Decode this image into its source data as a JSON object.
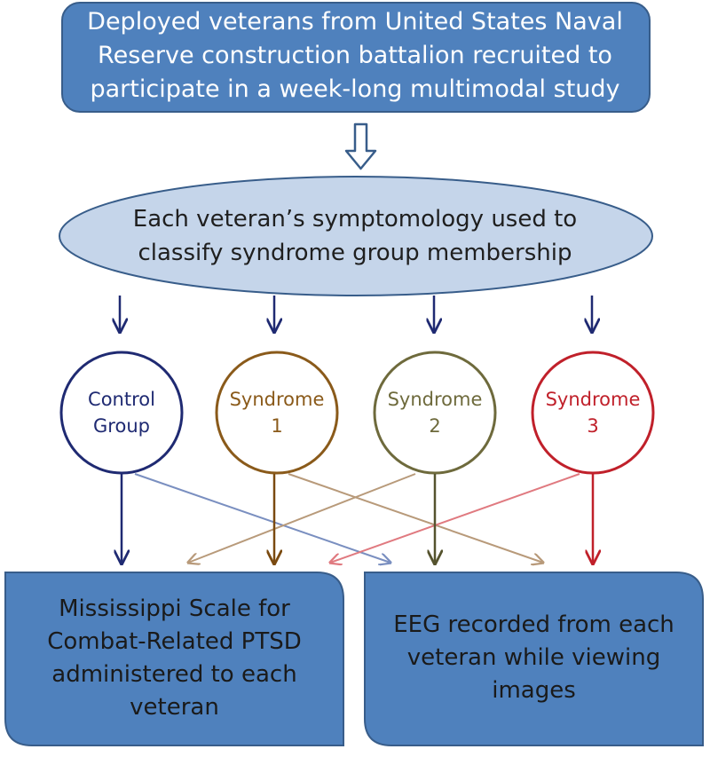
{
  "top_box": {
    "lines": [
      "Deployed veterans from United States Naval",
      "Reserve construction battalion recruited to",
      "participate in a week-long multimodal study"
    ]
  },
  "classification_oval": {
    "lines": [
      "Each veteran’s symptomology used to",
      "classify syndrome group membership"
    ]
  },
  "groups": [
    {
      "line1": "Control",
      "line2": "Group",
      "color": "#1f2a72"
    },
    {
      "line1": "Syndrome",
      "line2": "1",
      "color": "#8a5a1a"
    },
    {
      "line1": "Syndrome",
      "line2": "2",
      "color": "#6e6a3c"
    },
    {
      "line1": "Syndrome",
      "line2": "3",
      "color": "#c0202a"
    }
  ],
  "outcomes": [
    {
      "lines": [
        "Mississippi Scale for",
        "Combat-Related PTSD",
        "administered to each",
        "veteran"
      ]
    },
    {
      "lines": [
        "EEG recorded from each",
        "veteran while viewing",
        "images"
      ]
    }
  ],
  "colors": {
    "box_fill": "#4f81bd",
    "box_stroke": "#385d8a",
    "oval_fill": "#c5d5ea",
    "arrow_dark": "#1f2a72",
    "cross_blue": "#7a8fc0",
    "cross_brown": "#b89a7a",
    "cross_red": "#e07a80"
  }
}
